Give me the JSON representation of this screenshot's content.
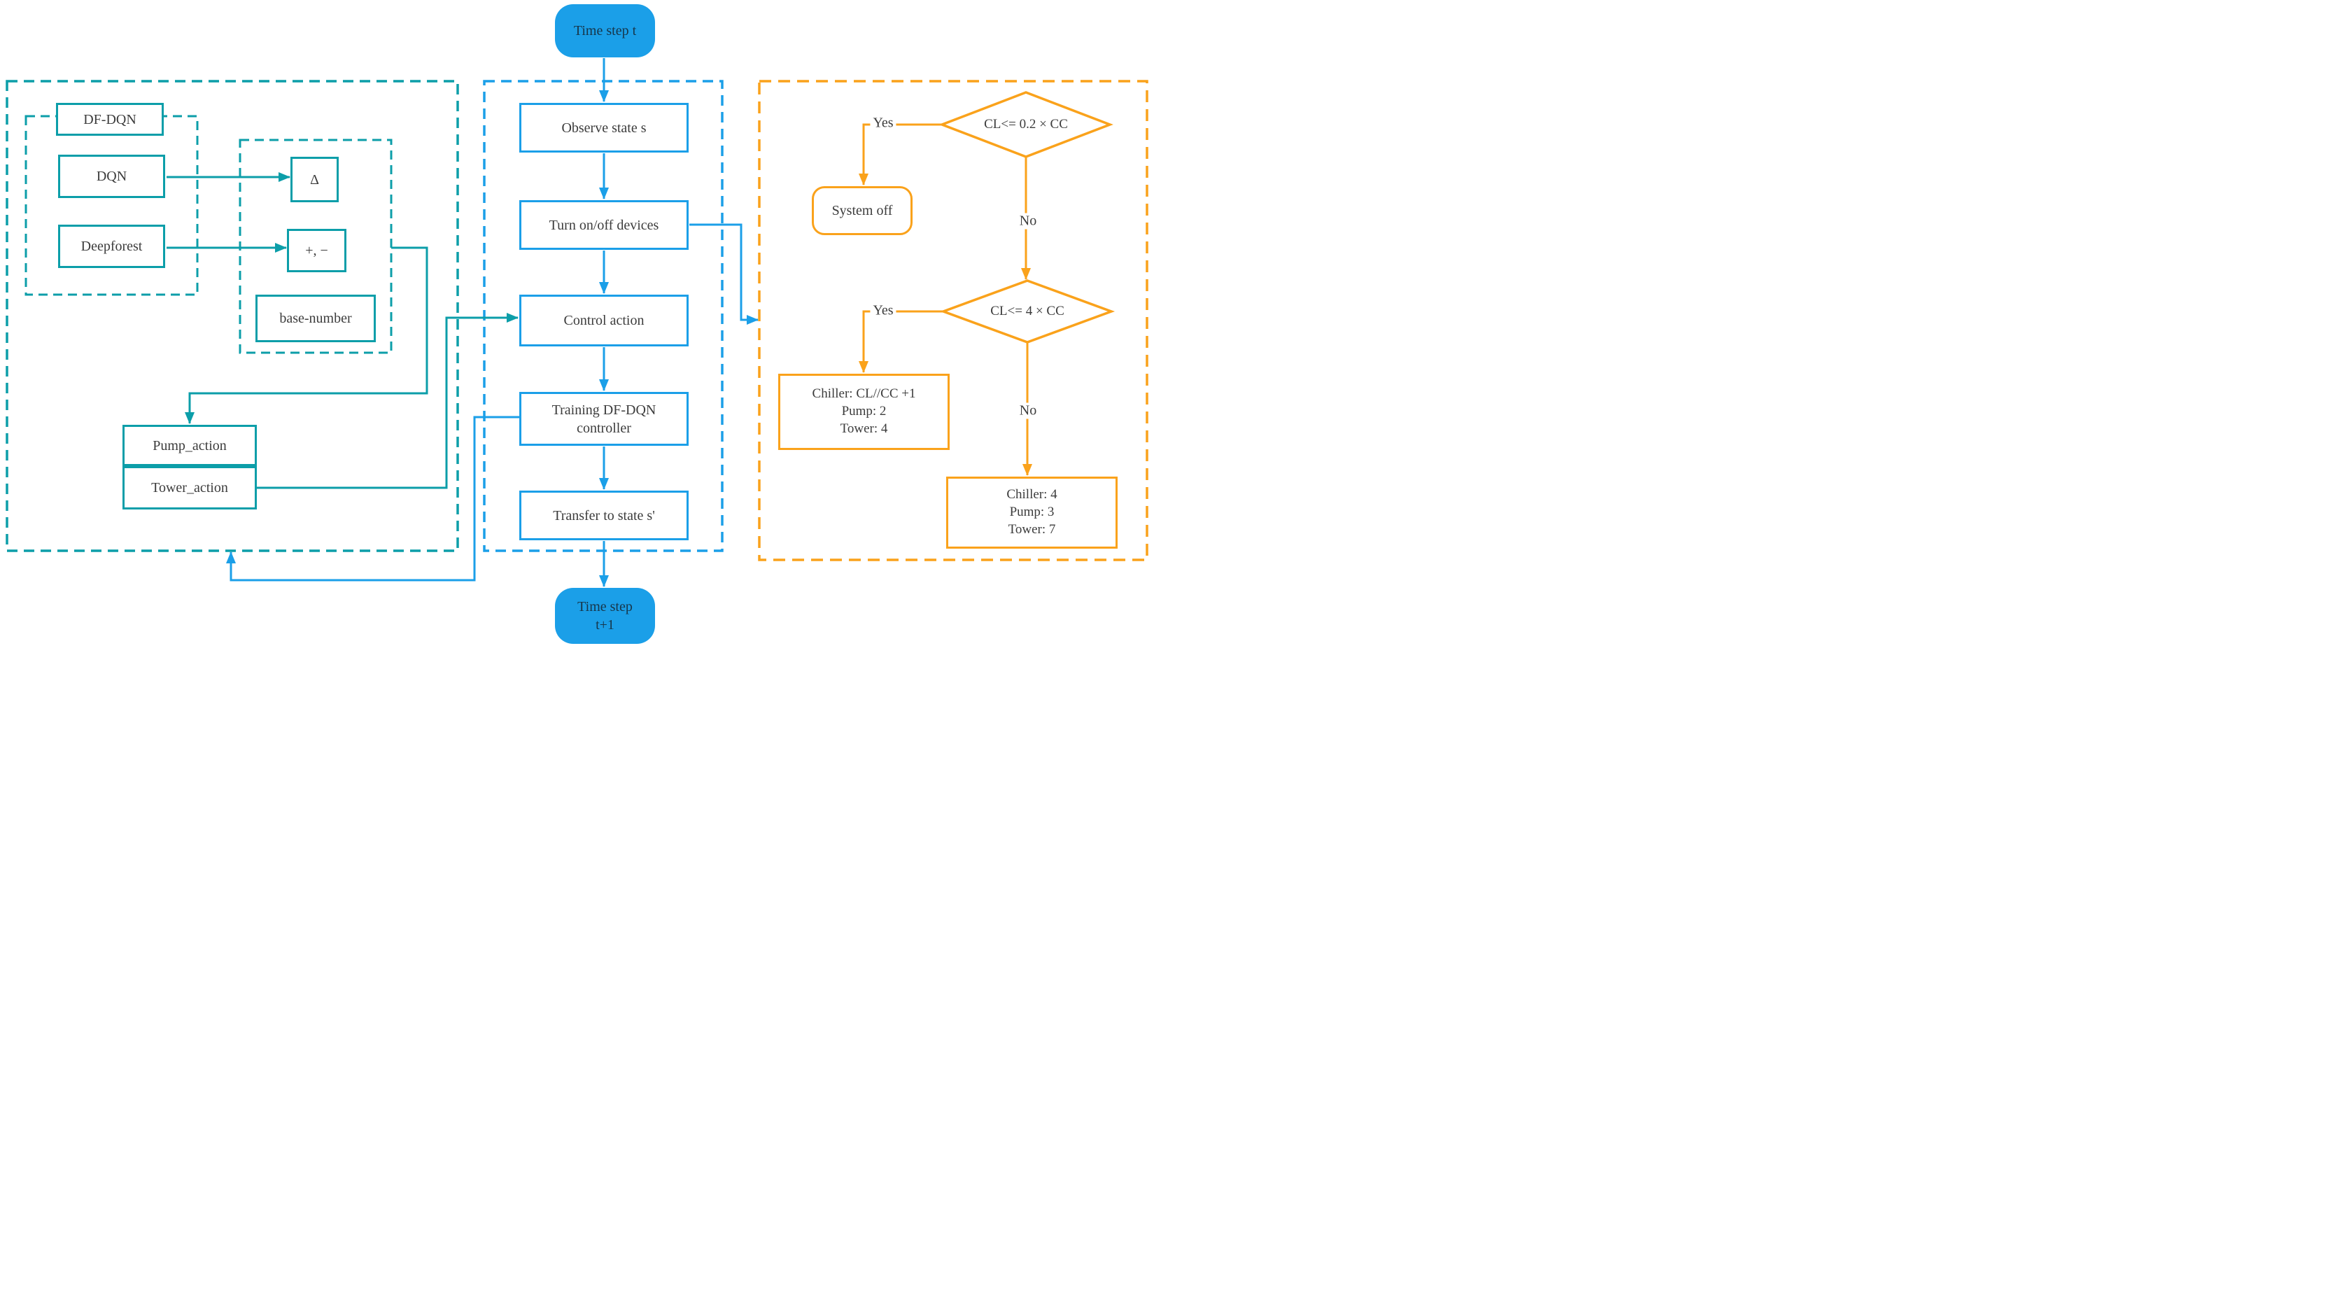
{
  "colors": {
    "teal": "#0C9EA9",
    "blue": "#1B9FE8",
    "orange": "#FAA21B",
    "text": "#3c3c3c",
    "pill_text": "#17364a"
  },
  "nodes": {
    "time_step_t": {
      "label": "Time step t"
    },
    "df_dqn": {
      "label": "DF-DQN"
    },
    "dqn": {
      "label": "DQN"
    },
    "deepforest": {
      "label": "Deepforest"
    },
    "delta": {
      "label": "Δ"
    },
    "plus_minus": {
      "label": "+, −"
    },
    "base_number": {
      "label": "base-number"
    },
    "pump_action": {
      "label": "Pump_action"
    },
    "tower_action": {
      "label": "Tower_action"
    },
    "observe_state": {
      "label": "Observe state s"
    },
    "turn_devices": {
      "label": "Turn on/off devices"
    },
    "control_action": {
      "label": "Control action"
    },
    "training_controller": {
      "lines": [
        "Training DF-DQN",
        "controller"
      ]
    },
    "transfer_state": {
      "label": "Transfer to state s'"
    },
    "time_step_t1": {
      "lines": [
        "Time step",
        "t+1"
      ]
    },
    "decision_cl_02cc": {
      "label": "CL<= 0.2 × CC"
    },
    "system_off": {
      "label": "System off"
    },
    "decision_cl_4cc": {
      "label": "CL<= 4 × CC"
    },
    "chiller_partial": {
      "lines": [
        "Chiller: CL//CC +1",
        "Pump: 2",
        "Tower: 4"
      ]
    },
    "chiller_full": {
      "lines": [
        "Chiller: 4",
        "Pump: 3",
        "Tower: 7"
      ]
    }
  },
  "edge_labels": {
    "yes_top": "Yes",
    "no_top": "No",
    "yes_mid": "Yes",
    "no_mid": "No"
  }
}
